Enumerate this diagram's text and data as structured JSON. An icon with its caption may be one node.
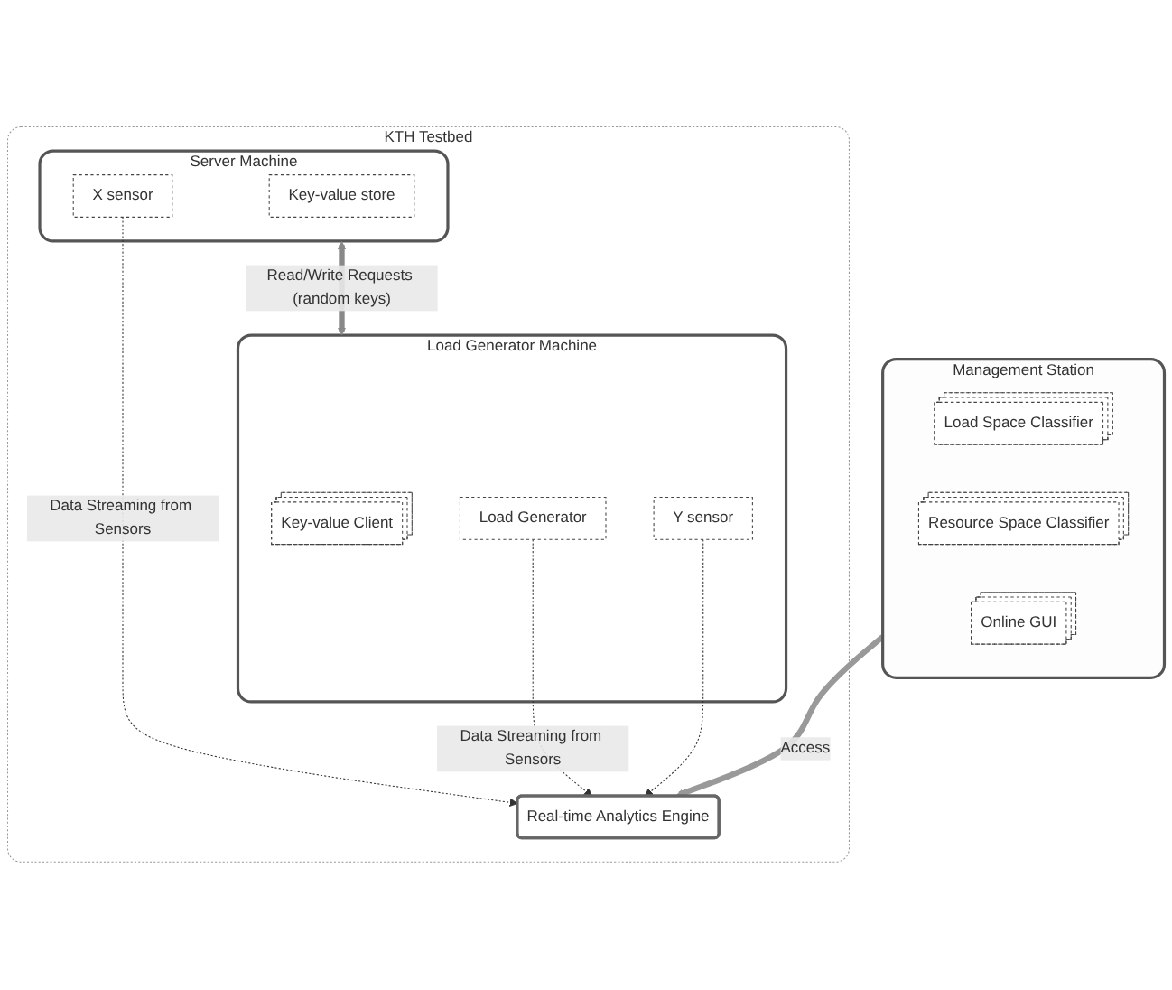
{
  "diagram": {
    "nodes": [
      {
        "text": [
          "Management Station"
        ]
      },
      {
        "text": [
          "Load Space Classifier"
        ],
        "in": 0
      },
      {
        "text": [
          "Resource Space Classifier"
        ],
        "in": 0
      },
      {
        "text": [
          "Online GUI"
        ],
        "in": 0
      },
      {
        "text": [
          "KTH Testbed"
        ]
      },
      {
        "text": [
          "Real-time Analytics Engine"
        ],
        "in": 4
      },
      {
        "text": [
          "Server Machine"
        ],
        "in": 4
      },
      {
        "text": [
          "Key-value store"
        ],
        "in": 6
      },
      {
        "text": [
          "X sensor"
        ],
        "in": 6
      },
      {
        "text": [
          "Load Generator Machine"
        ],
        "in": 4
      },
      {
        "text": [
          "Key-value Client"
        ],
        "in": 9
      },
      {
        "text": [
          "Y sensor"
        ],
        "in": 9
      },
      {
        "text": [
          "Load Generator"
        ],
        "in": 9
      }
    ],
    "edges": [
      {
        "from": 0,
        "to": 5,
        "arrow": "to",
        "label": "Access",
        "style": "thick",
        "color": "#999999"
      },
      {
        "from": 8,
        "to": 5,
        "arrow": "to",
        "label": "Data Streaming from Sensors",
        "style": "dashed"
      },
      {
        "from": 12,
        "to": 5,
        "arrow": "to",
        "label": "Data Streaming from Sensors",
        "style": "dashed"
      },
      {
        "from": 11,
        "to": 5,
        "arrow": "to",
        "style": "dashed"
      },
      {
        "from": 6,
        "to": 9,
        "arrow": "both",
        "label": "Read/Write Requests (random keys)",
        "style": "thick",
        "color": "#888888"
      }
    ]
  }
}
